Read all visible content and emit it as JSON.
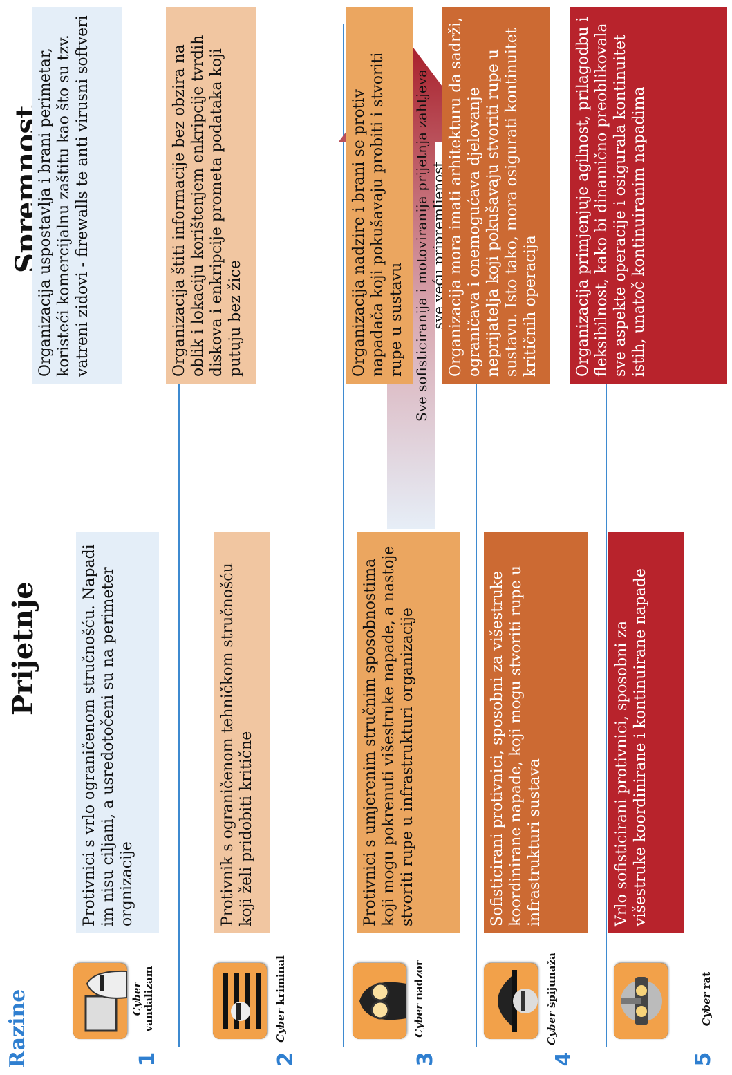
{
  "headers": {
    "levels": "Razine",
    "threats": "Prijetnje",
    "preparedness": "Spremnost"
  },
  "arrow": {
    "caption": "Sve sofisticiranija i motoviranija prijetnja zahtjeva sve veću pripremljenost"
  },
  "levels": [
    {
      "number": "5",
      "label_prefix": "Cyber",
      "label_suffix": "rat",
      "icon": "cyber-war-icon",
      "threat": "Vrlo sofisticirani protivnici, sposobni za višestruke koordinirane i kontinuirane napade",
      "preparedness": "Organizacija primjenjuje agilnost, prilagodbu i fleksibilnost, kako bi dinamično preoblikovala sve aspekte operacije i osigurala kontinuitet istih, unatoč kontinuiranim napadima"
    },
    {
      "number": "4",
      "label_prefix": "Cyber",
      "label_suffix": "špijunaža",
      "icon": "cyber-espionage-icon",
      "threat": "Sofisticirani protivnici, sposobni za višestruke koordinirane napade, koji mogu stvoriti rupe u infrastrukturi sustava",
      "preparedness": "Organizacija mora imati arhitekturu da sadrži, ograničava i onemogućava djelovanje neprijatelja koji pokušavaju stvoriti rupe u sustavu. Isto tako, mora osigurati kontinuitet kritičnih operacija"
    },
    {
      "number": "3",
      "label_prefix": "Cyber",
      "label_suffix": "nadzor",
      "icon": "cyber-surveillance-icon",
      "threat": "Protivnici s umjerenim stručnim sposobnostima koji mogu pokrenuti višestruke napade, a nastoje stvoriti rupe u infrastrukturi organizacije",
      "preparedness": "Organizacija nadzire i brani se protiv napadača koji pokušavaju probiti i stvoriti rupe u sustavu"
    },
    {
      "number": "2",
      "label_prefix": "Cyber",
      "label_suffix": "kriminal",
      "icon": "cyber-crime-icon",
      "threat": "Protivnik s ograničenom tehničkom stručnošću koji želi pridobiti kritične",
      "preparedness": "Organizacija štiti informacije bez obzira na oblik i lokaciju korištenjem enkripcije tvrdih diskova i enkripcije prometa podataka koji putuju bez žice"
    },
    {
      "number": "1",
      "label_prefix": "Cyber",
      "label_suffix": "vandalizam",
      "icon": "cyber-vandalism-icon",
      "threat": "Protivnici s vrlo ograničenom stručnošću. Napadi im nisu ciljani, a usredotočeni su na perimeter orgnizacije",
      "preparedness": "Organizacija uspostavlja i brani perimetar, koristeći komercijalnu zaštitu kao što su tzv. vatreni zidovi - firewalls te anti virusni softveri"
    }
  ],
  "colors": {
    "level5": "#b8232c",
    "level4": "#cc6a33",
    "level3": "#eba660",
    "level2": "#f1c6a1",
    "level1": "#e4eef8",
    "accent": "#2f7fd0"
  }
}
